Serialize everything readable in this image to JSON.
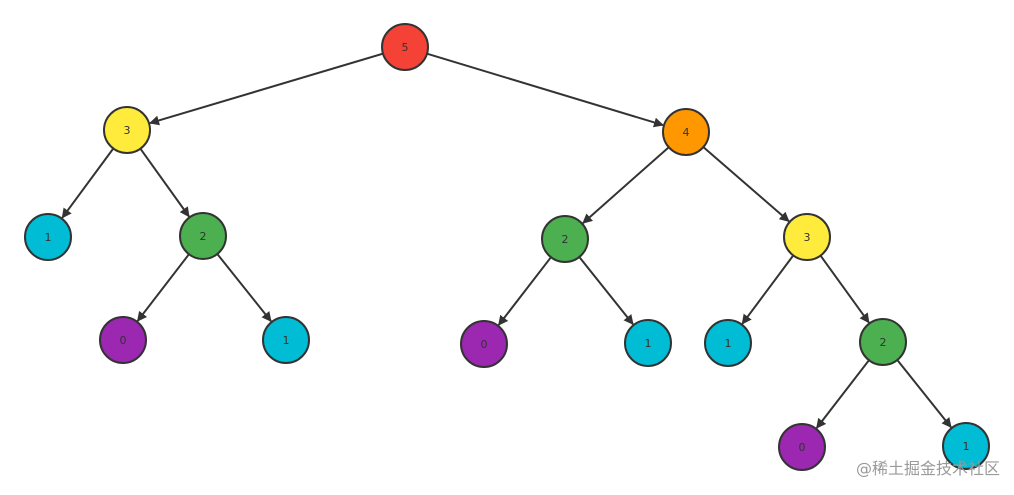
{
  "diagram": {
    "type": "tree",
    "colors": {
      "red": "#f44336",
      "yellow": "#ffeb3b",
      "orange": "#ff9800",
      "green": "#4caf50",
      "cyan": "#00bcd4",
      "purple": "#9c27b0",
      "stroke": "#333333"
    },
    "nodes": [
      {
        "id": "n1",
        "label": "5",
        "color": "red"
      },
      {
        "id": "n2",
        "label": "3",
        "color": "yellow"
      },
      {
        "id": "n3",
        "label": "4",
        "color": "orange"
      },
      {
        "id": "n4",
        "label": "1",
        "color": "cyan"
      },
      {
        "id": "n5",
        "label": "2",
        "color": "green"
      },
      {
        "id": "n6",
        "label": "0",
        "color": "purple"
      },
      {
        "id": "n7",
        "label": "1",
        "color": "cyan"
      },
      {
        "id": "n8",
        "label": "2",
        "color": "green"
      },
      {
        "id": "n9",
        "label": "3",
        "color": "yellow"
      },
      {
        "id": "n10",
        "label": "0",
        "color": "purple"
      },
      {
        "id": "n11",
        "label": "1",
        "color": "cyan"
      },
      {
        "id": "n12",
        "label": "1",
        "color": "cyan"
      },
      {
        "id": "n13",
        "label": "2",
        "color": "green"
      },
      {
        "id": "n14",
        "label": "0",
        "color": "purple"
      },
      {
        "id": "n15",
        "label": "1",
        "color": "cyan"
      }
    ],
    "edges": [
      [
        "n1",
        "n2"
      ],
      [
        "n1",
        "n3"
      ],
      [
        "n2",
        "n4"
      ],
      [
        "n2",
        "n5"
      ],
      [
        "n5",
        "n6"
      ],
      [
        "n5",
        "n7"
      ],
      [
        "n3",
        "n8"
      ],
      [
        "n3",
        "n9"
      ],
      [
        "n8",
        "n10"
      ],
      [
        "n8",
        "n11"
      ],
      [
        "n9",
        "n12"
      ],
      [
        "n9",
        "n13"
      ],
      [
        "n13",
        "n14"
      ],
      [
        "n13",
        "n15"
      ]
    ]
  },
  "watermark": {
    "text": "@稀土掘金技术社区"
  }
}
